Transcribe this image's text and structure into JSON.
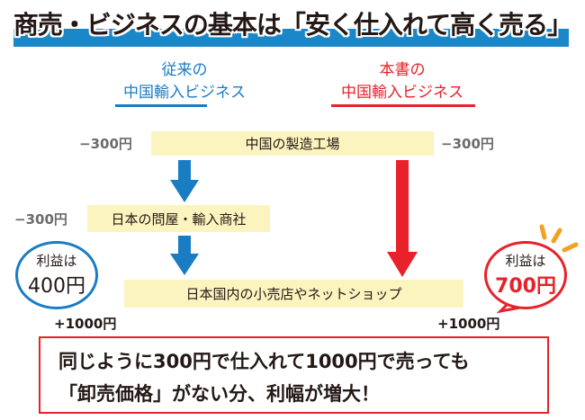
{
  "title": "商売・ビジネスの基本は「安く仕入れて高く売る」",
  "left_column": {
    "line1": "従来の",
    "line2": "中国輸入ビジネス",
    "color": "#1a7dc4"
  },
  "right_column": {
    "line1": "本書の",
    "line2": "中国輸入ビジネス",
    "color": "#e8212a"
  },
  "factory": {
    "label": "中国の製造工場",
    "cost_left": "−300円",
    "cost_right": "−300円"
  },
  "wholesaler": {
    "label": "日本の問屋・輸入商社",
    "cost": "−300円"
  },
  "retail": {
    "label": "日本国内の小売店やネットショップ",
    "revenue_left": "+1000円",
    "revenue_right": "+1000円"
  },
  "left_bubble": {
    "line1": "利益は",
    "line2": "400円"
  },
  "right_bubble": {
    "line1": "利益は",
    "line2": "700円"
  },
  "summary": {
    "line1": "同じように300円で仕入れて1000円で売っても",
    "line2": "「卸売価格」がない分、利幅が増大！"
  }
}
